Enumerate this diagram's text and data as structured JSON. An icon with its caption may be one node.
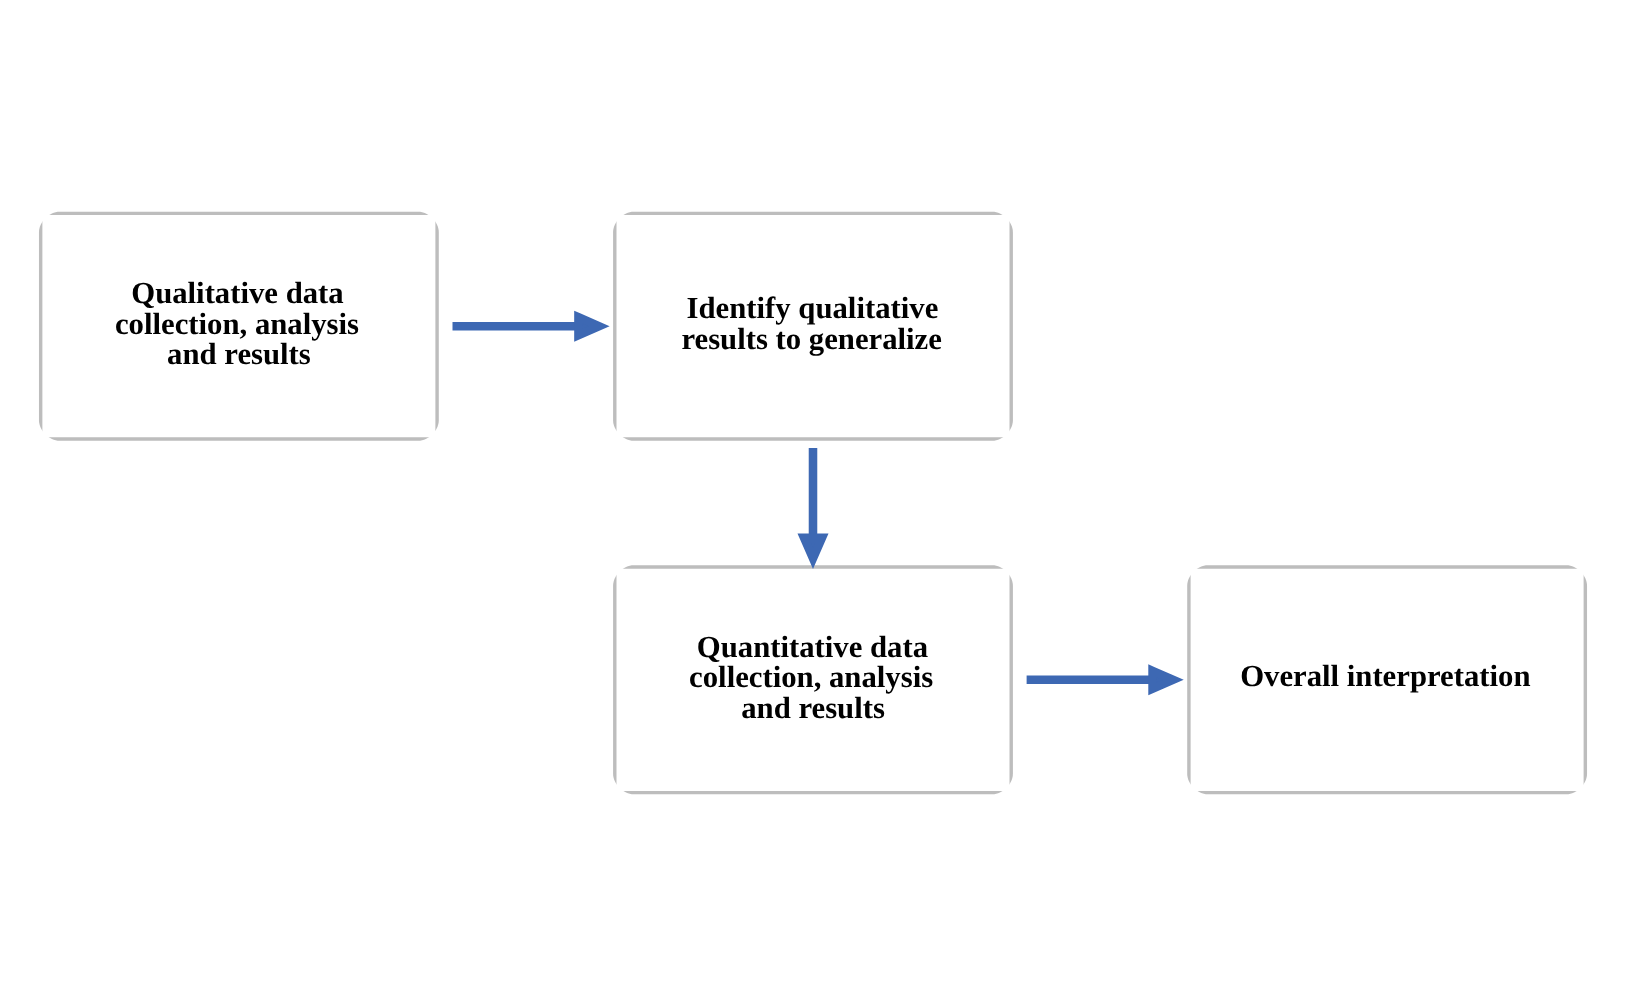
{
  "diagram": {
    "nodes": [
      {
        "text": [
          "Qualitative data collection, analysis and results"
        ]
      },
      {
        "text": [
          "Identify qualitative results to generalize"
        ]
      },
      {
        "text": [
          "Quantitative data collection, analysis and results"
        ]
      },
      {
        "text": [
          "Overall interpretation"
        ]
      }
    ],
    "edges": [
      {
        "from": 0,
        "to": 1,
        "arrow": "to"
      },
      {
        "from": 1,
        "to": 2,
        "arrow": "to"
      },
      {
        "from": 2,
        "to": 3,
        "arrow": "to"
      }
    ]
  }
}
